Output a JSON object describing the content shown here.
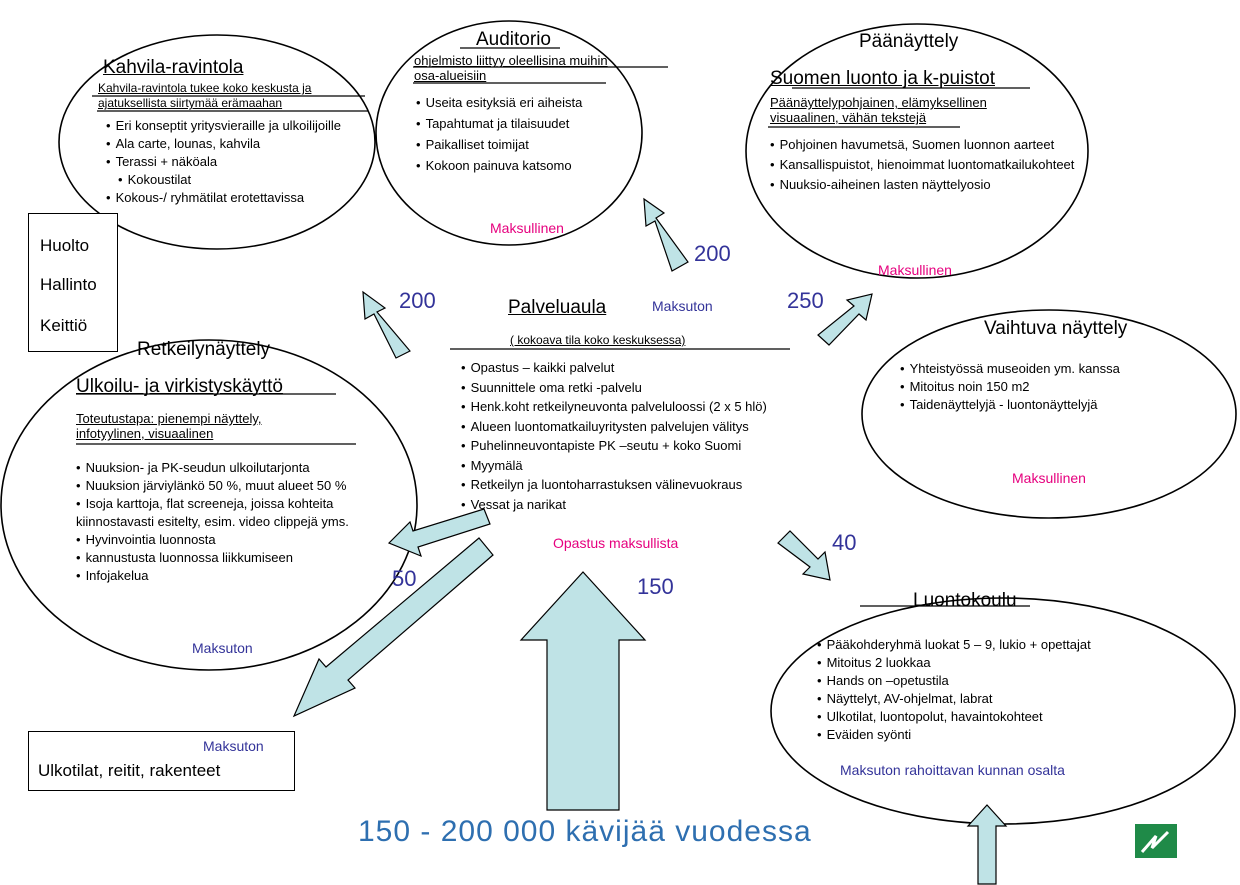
{
  "kahvila": {
    "title": "Kahvila-ravintola",
    "subtitle": "Kahvila-ravintola tukee koko keskusta ja ajatuksellista siirtymää erämaahan",
    "items": [
      "Eri konseptit yritysvieraille ja ulkoilijoille",
      "Ala carte, lounas, kahvila",
      "Terassi + näköala",
      "Kokoustilat",
      "Kokous-/ ryhmätilat erotettavissa"
    ]
  },
  "auditorio": {
    "title": "Auditorio",
    "subtitle": "ohjelmisto liittyy oleellisina muihin osa-alueisiin",
    "items": [
      "Useita esityksiä eri aiheista",
      "Tapahtumat ja tilaisuudet",
      "Paikalliset toimijat",
      "Kokoon painuva katsomo"
    ],
    "price": "Maksullinen"
  },
  "paanayttely": {
    "header": "Päänäyttely",
    "title": "Suomen luonto ja k-puistot",
    "subtitle": "Päänäyttelypohjainen, elämyksellinen visuaalinen, vähän tekstejä",
    "items": [
      "Pohjoinen havumetsä, Suomen luonnon aarteet",
      "Kansallispuistot, hienoimmat luontomatkailukohteet",
      "Nuuksio-aiheinen lasten näyttelyosio"
    ],
    "price": "Maksullinen"
  },
  "huolto": {
    "lines": [
      "Huolto",
      "Hallinto",
      "Keittiö"
    ]
  },
  "retkeily": {
    "header": "Retkeilynäyttely",
    "title": "Ulkoilu- ja virkistyskäyttö",
    "subtitle": "Toteutustapa: pienempi näyttely, infotyylinen, visuaalinen",
    "items": [
      "Nuuksion- ja PK-seudun ulkoilutarjonta",
      "Nuuksion järviylänkö 50 %, muut alueet 50 %",
      "Isoja karttoja, flat screeneja, joissa kohteita kiinnostavasti esitelty, esim. video clippejä yms.",
      "Hyvinvointia luonnosta",
      "kannustusta luonnossa liikkumiseen",
      "Infojakelua"
    ],
    "price": "Maksuton"
  },
  "palveluaula": {
    "title": "Palveluaula",
    "price_top": "Maksuton",
    "subtitle": "( kokoava tila koko keskuksessa)",
    "items": [
      "Opastus – kaikki palvelut",
      "Suunnittele oma retki -palvelu",
      "Henk.koht retkeilyneuvonta palveluloossi (2 x 5 hlö)",
      "Alueen luontomatkailuyritysten palvelujen välitys",
      "Puhelinneuvontapiste   PK –seutu + koko Suomi",
      "Myymälä",
      "Retkeilyn ja luontoharrastuksen välinevuokraus",
      "Vessat ja narikat"
    ],
    "price_bottom": "Opastus maksullista"
  },
  "vaihtuva": {
    "title": "Vaihtuva näyttely",
    "items": [
      "Yhteistyössä museoiden ym. kanssa",
      "Mitoitus noin 150 m2",
      "Taidenäyttelyjä - luontonäyttelyjä"
    ],
    "price": "Maksullinen"
  },
  "luontokoulu": {
    "title": "Luontokoulu",
    "items": [
      "Pääkohderyhmä luokat 5 – 9, lukio + opettajat",
      "Mitoitus 2 luokkaa",
      "Hands on –opetustila",
      "Näyttelyt, AV-ohjelmat, labrat",
      "Ulkotilat, luontopolut, havaintokohteet",
      "Eväiden syönti"
    ],
    "price": "Maksuton rahoittavan kunnan osalta"
  },
  "ulkotilat": {
    "price": "Maksuton",
    "label": "Ulkotilat, reitit, rakenteet"
  },
  "numbers": {
    "auditorio": "200",
    "kahvila": "200",
    "paanayttely": "250",
    "luontokoulu": "40",
    "retkeily": "50",
    "entrance": "150"
  },
  "footer": "150 - 200 000 kävijää vuodessa",
  "colors": {
    "arrow_fill": "#bfe3e6",
    "number": "#333399",
    "paid": "#e6007e",
    "free": "#333399",
    "footer": "#2e6fb0"
  },
  "logo_icon": "organization-logo"
}
